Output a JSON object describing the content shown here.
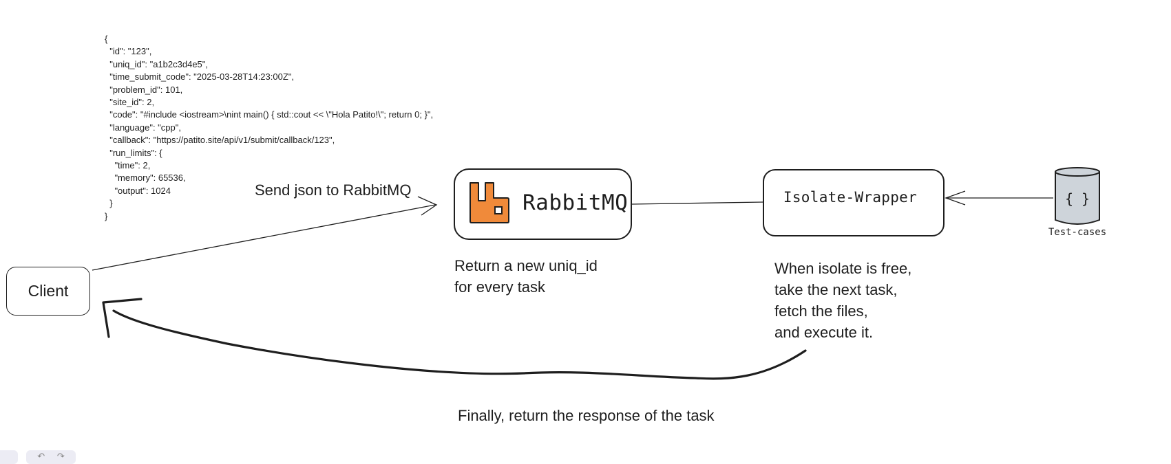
{
  "payload": {
    "lines": [
      "{",
      "  \"id\": \"123\",",
      "  \"uniq_id\": \"a1b2c3d4e5\",",
      "  \"time_submit_code\": \"2025-03-28T14:23:00Z\",",
      "  \"problem_id\": 101,",
      "  \"site_id\": 2,",
      "  \"code\": \"#include <iostream>\\nint main() { std::cout << \\\"Hola Patito!\\\"; return 0; }\",",
      "  \"language\": \"cpp\",",
      "  \"callback\": \"https://patito.site/api/v1/submit/callback/123\",",
      "  \"run_limits\": {",
      "    \"time\": 2,",
      "    \"memory\": 65536,",
      "    \"output\": 1024",
      "  }",
      "}"
    ]
  },
  "nodes": {
    "client": "Client",
    "rabbitmq": "RabbitMQ",
    "isolate": "Isolate-Wrapper",
    "testcases": "Test-cases",
    "testcases_icon": "{ }"
  },
  "labels": {
    "send_json": "Send json to RabbitMQ",
    "rabbit_note_1": "Return a new uniq_id",
    "rabbit_note_2": "for every task",
    "isolate_note_1": "When isolate is free,",
    "isolate_note_2": "take the next task,",
    "isolate_note_3": "fetch the files,",
    "isolate_note_4": "and execute it.",
    "finally": "Finally, return the response of the task"
  },
  "toolbar": {
    "undo": "↶",
    "redo": "↷"
  },
  "colors": {
    "stroke": "#1e1e1e",
    "rabbit_orange": "#f08a3a",
    "db_fill": "#ced4da"
  }
}
